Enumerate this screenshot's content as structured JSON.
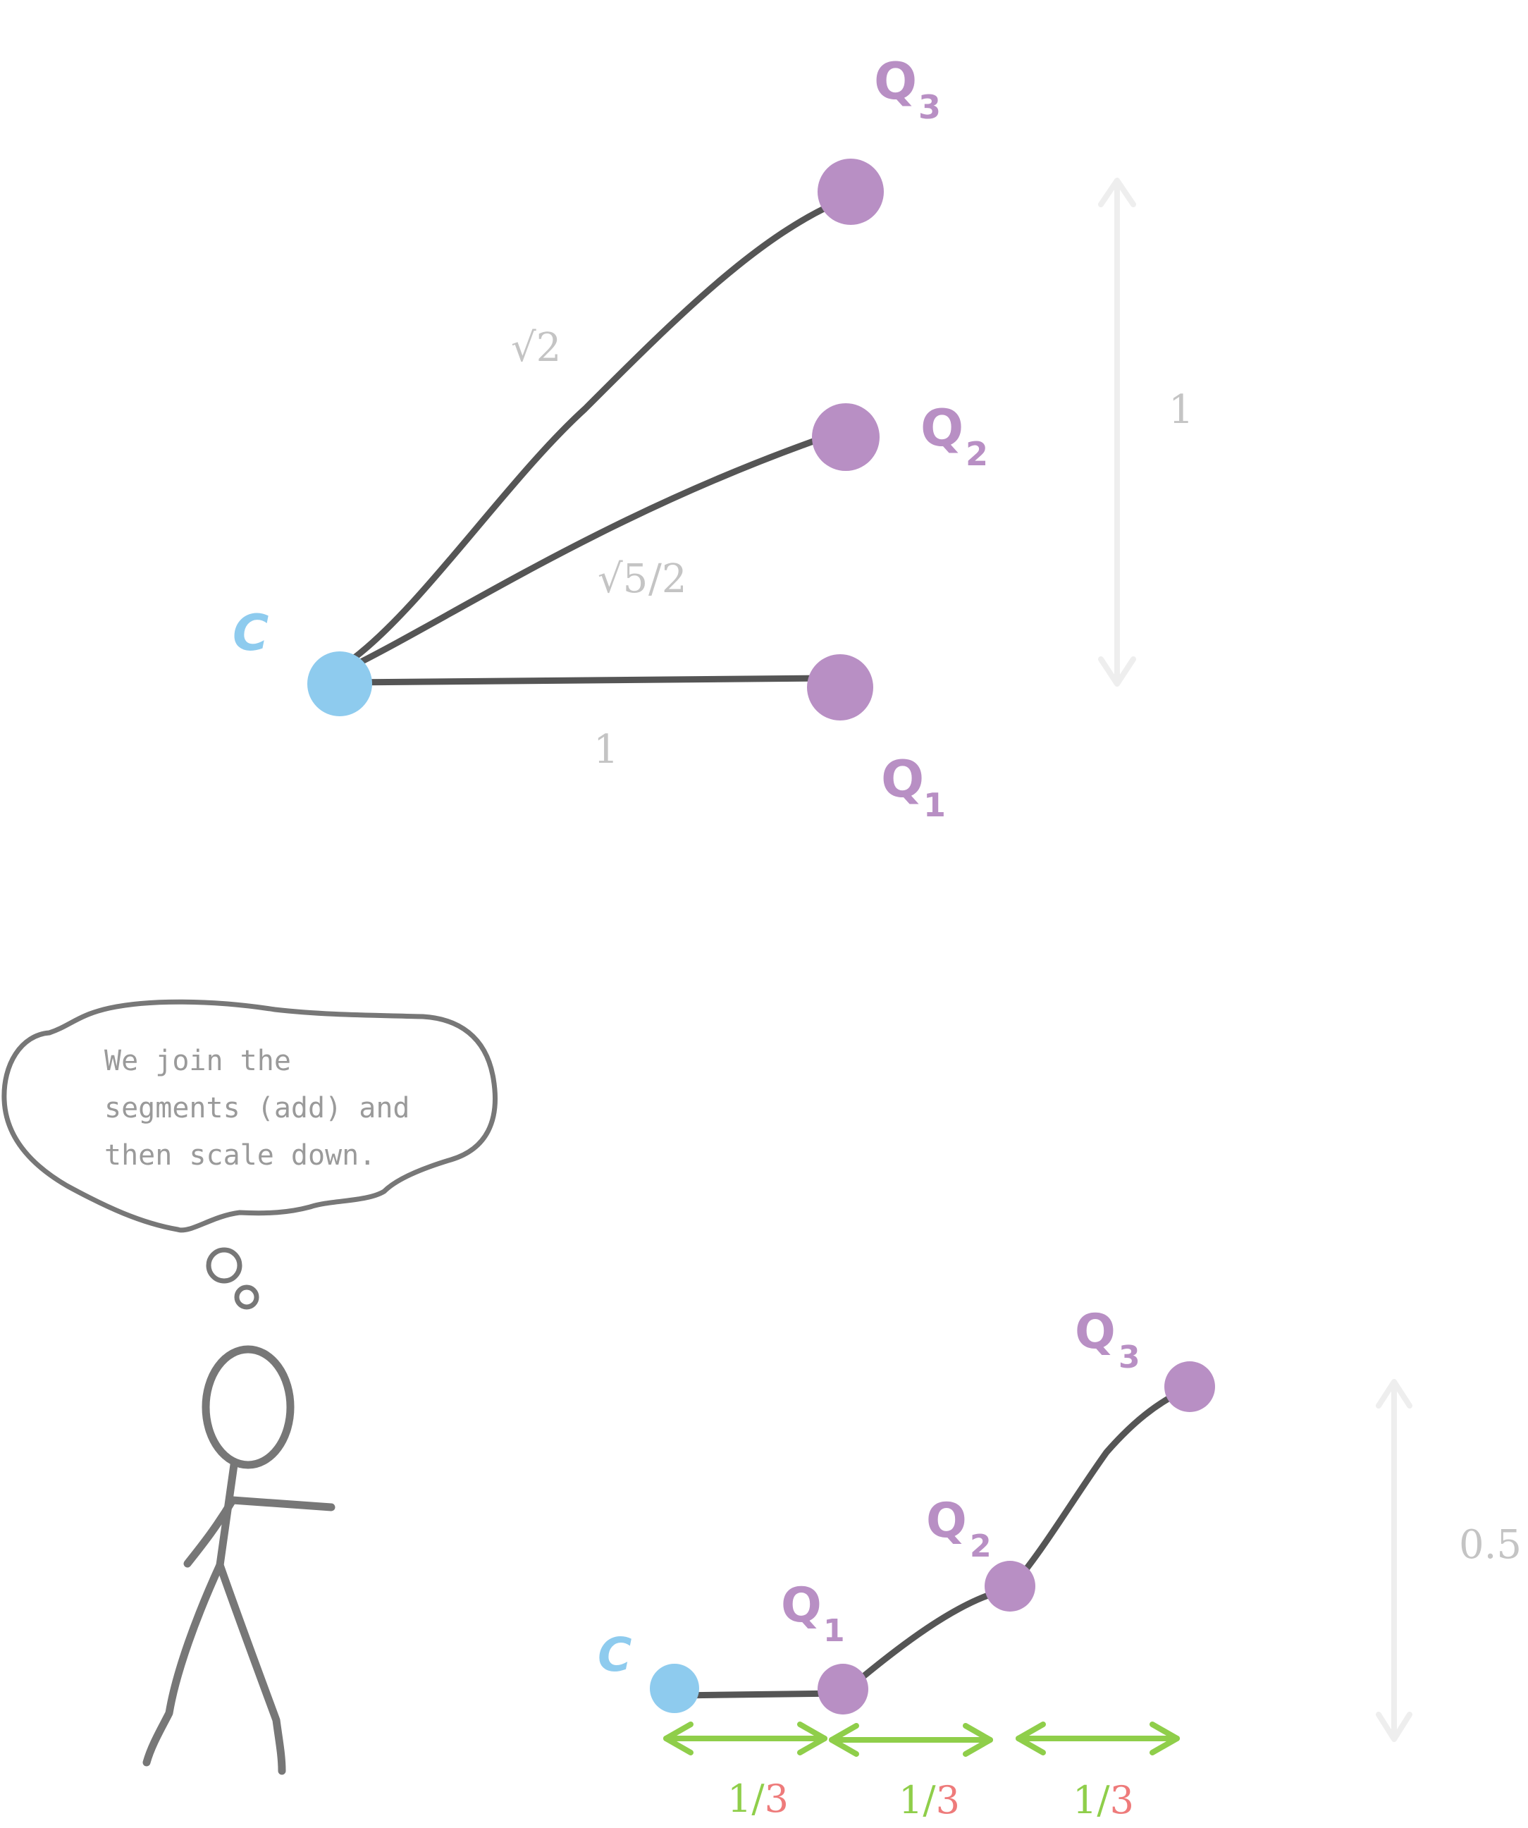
{
  "colors": {
    "point_c": "#8ecbee",
    "point_q": "#b88fc4",
    "line": "#555555",
    "measure_text": "#c4c4c4",
    "measure_arrow": "#eeeeee",
    "green_arrow": "#8fce4a",
    "fraction_green": "#8fce4a",
    "fraction_red": "#ee7b7b",
    "stick_figure": "#777777",
    "thought_text": "#9a9a9a"
  },
  "top_diagram": {
    "labels": {
      "c": "C",
      "q1_letter": "Q",
      "q1_sub": "1",
      "q2_letter": "Q",
      "q2_sub": "2",
      "q3_letter": "Q",
      "q3_sub": "3"
    },
    "lengths": {
      "cq1": "1",
      "cq2_root": "√5",
      "cq2_rest": "/2",
      "cq3_root": "√2",
      "height": "1"
    }
  },
  "thought": {
    "line1": "We join the",
    "line2": "segments (add) and",
    "line3": "then scale down."
  },
  "bottom_diagram": {
    "labels": {
      "c": "C",
      "q1_letter": "Q",
      "q1_sub": "1",
      "q2_letter": "Q",
      "q2_sub": "2",
      "q3_letter": "Q",
      "q3_sub": "3"
    },
    "height": "0.5",
    "segments": [
      {
        "num": "1/",
        "den": "3"
      },
      {
        "num": "1/",
        "den": "3"
      },
      {
        "num": "1/",
        "den": "3"
      }
    ]
  }
}
